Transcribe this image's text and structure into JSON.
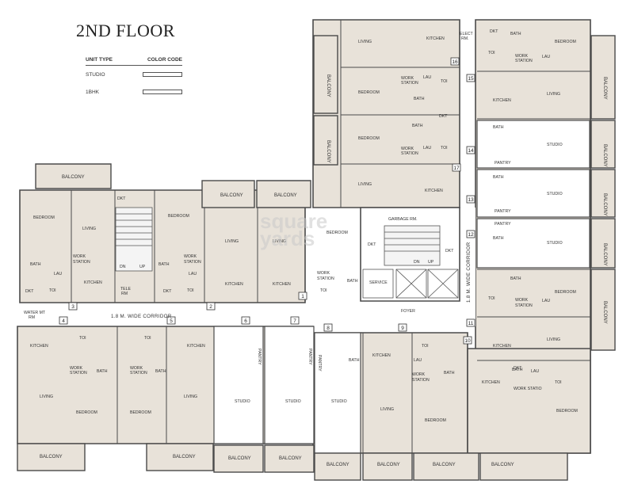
{
  "title": "2ND FLOOR",
  "legend": {
    "head_unit": "UNIT TYPE",
    "head_color": "COLOR CODE",
    "rows": [
      {
        "label": "STUDIO"
      },
      {
        "label": "1BHK"
      }
    ]
  },
  "watermark": {
    "line1": "square",
    "line2": "yards"
  },
  "corridors": [
    {
      "text": "1.8 M. WIDE CORRIDOR"
    },
    {
      "text": "1.8 M. WIDE CORRIDOR"
    }
  ],
  "unit_numbers": [
    "1",
    "2",
    "3",
    "4",
    "5",
    "6",
    "7",
    "8",
    "9",
    "10",
    "11",
    "12",
    "13",
    "14",
    "15",
    "16",
    "17"
  ],
  "rooms": {
    "balcony": "BALCONY",
    "bedroom": "BEDROOM",
    "living": "LIVING",
    "kitchen": "KITCHEN",
    "bath": "BATH",
    "toi": "TOI",
    "lau": "LAU",
    "work": "WORK",
    "station": "STATION",
    "studio": "STUDIO",
    "pantry": "PANTRY",
    "dn": "DN",
    "up": "UP",
    "duct": "DKT",
    "tele": "TELE",
    "rm": "RM",
    "water_mt": "WATER MT",
    "garbage": "GARBAGE RM.",
    "elect": "ELECT",
    "elect_rm": "RM.",
    "service": "SERVICE",
    "foyer": "FOYER",
    "work_statio": "WORK STATIO"
  },
  "colors": {
    "unit_fill": "#e8e2d9",
    "wall": "#4a4a4a",
    "corridor": "#ffffff",
    "outline": "#555555"
  }
}
